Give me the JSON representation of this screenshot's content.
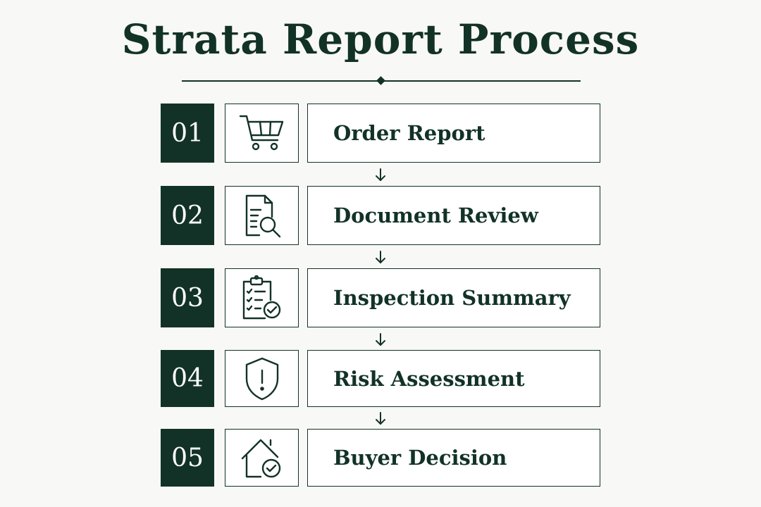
{
  "title": "Strata Report Process",
  "colors": {
    "primary": "#123227",
    "background": "#f8f8f6",
    "box_fill": "#ffffff"
  },
  "steps": [
    {
      "number": "01",
      "label": "Order Report",
      "icon": "shopping-cart-icon"
    },
    {
      "number": "02",
      "label": "Document Review",
      "icon": "document-search-icon"
    },
    {
      "number": "03",
      "label": "Inspection Summary",
      "icon": "clipboard-checklist-icon"
    },
    {
      "number": "04",
      "label": "Risk Assessment",
      "icon": "shield-alert-icon"
    },
    {
      "number": "05",
      "label": "Buyer Decision",
      "icon": "house-check-icon"
    }
  ]
}
